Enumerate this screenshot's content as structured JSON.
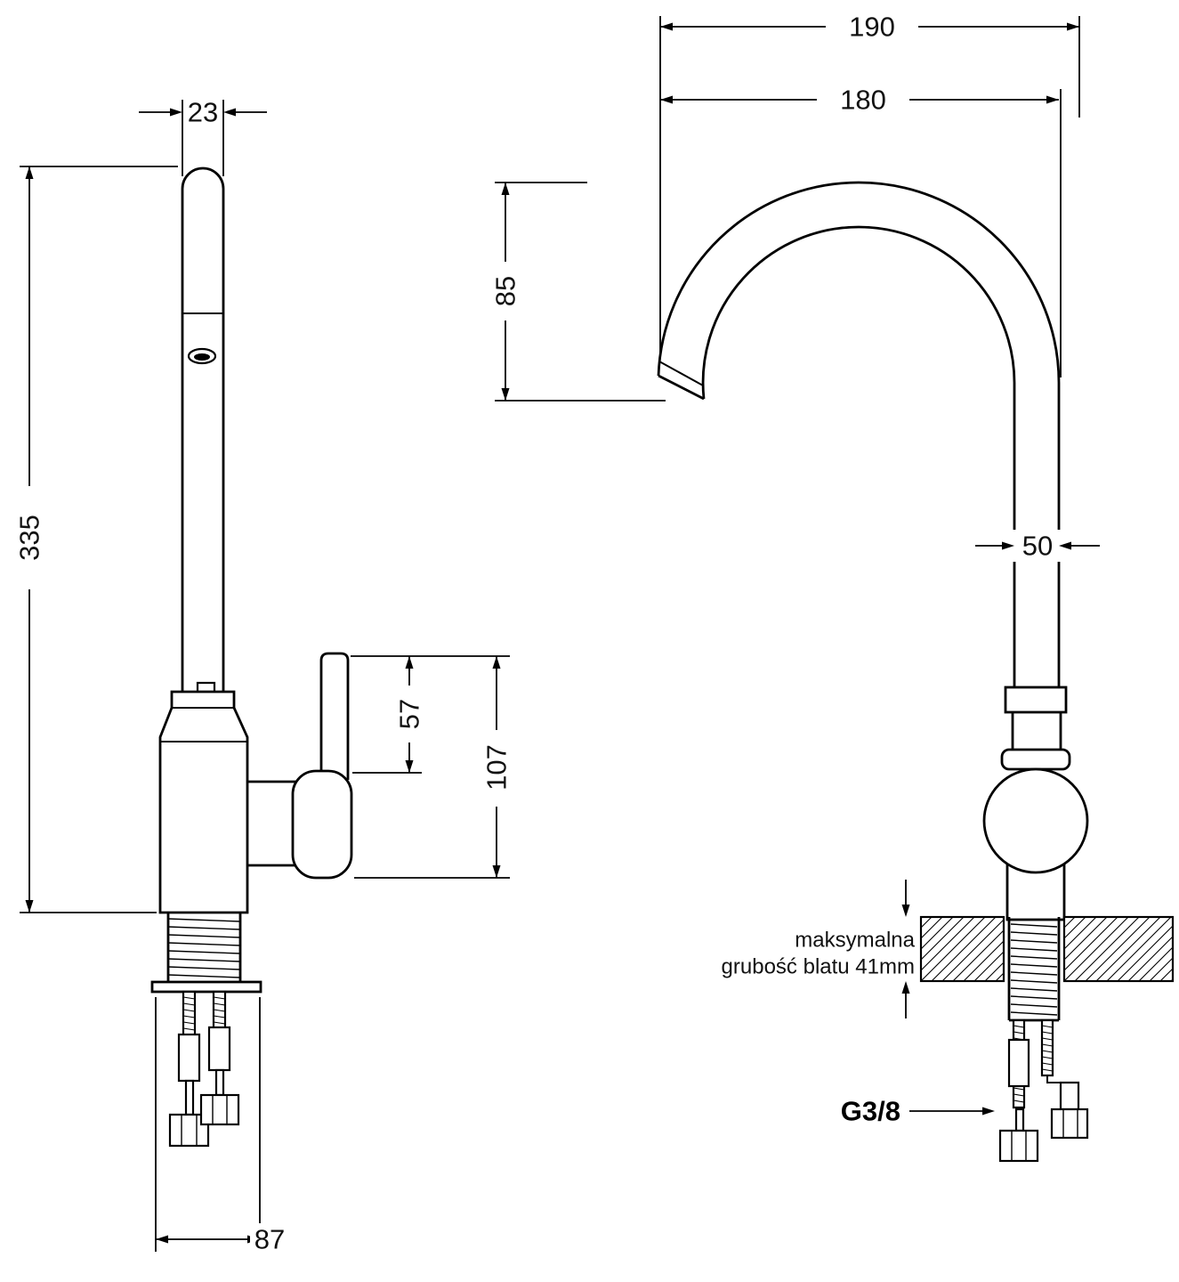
{
  "drawing": {
    "side_view": {
      "spout_width": "23",
      "total_height": "335",
      "handle_height": "57",
      "body_height": "107",
      "base_width": "87"
    },
    "front_view": {
      "overall_width": "190",
      "spout_reach": "180",
      "spout_drop": "85",
      "riser_width": "50",
      "counter_note_line1": "maksymalna",
      "counter_note_line2": "grubość blatu 41mm",
      "connection_thread": "G3/8"
    },
    "colors": {
      "line": "#000000",
      "background": "#ffffff"
    }
  }
}
